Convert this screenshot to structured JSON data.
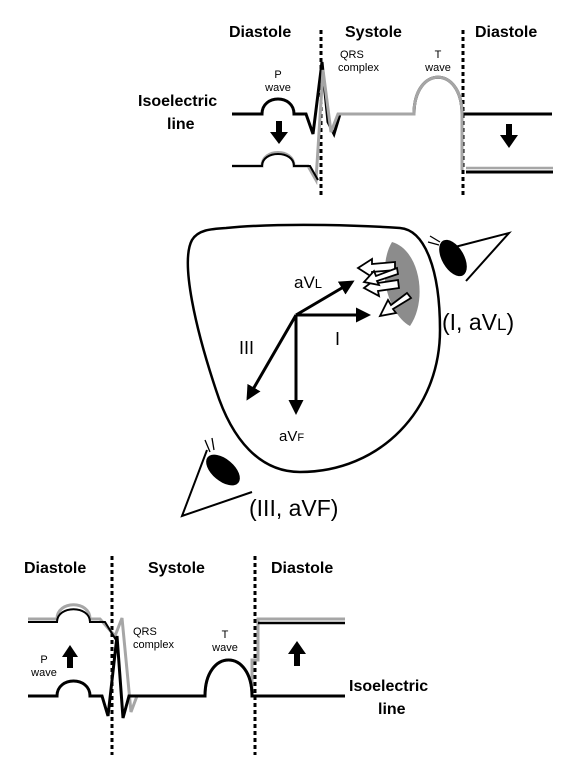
{
  "top_panel": {
    "phase_left": "Diastole",
    "phase_middle": "Systole",
    "phase_right": "Diastole",
    "p_wave_line1": "P",
    "p_wave_line2": "wave",
    "qrs_line1": "QRS",
    "qrs_line2": "complex",
    "t_wave_line1": "T",
    "t_wave_line2": "wave",
    "isoelectric_line1": "Isoelectric",
    "isoelectric_line2": "line"
  },
  "heart_panel": {
    "vector_avl_main": "aV",
    "vector_avl_sub": "L",
    "vector_i": "I",
    "vector_iii": "III",
    "vector_avf_main": "aV",
    "vector_avf_sub": "F",
    "view_right_open": "(I, aV",
    "view_right_sub": "L",
    "view_right_close": ")",
    "view_bottom": "(III, aVF)"
  },
  "bottom_panel": {
    "phase_left": "Diastole",
    "phase_middle": "Systole",
    "phase_right": "Diastole",
    "p_wave_line1": "P",
    "p_wave_line2": "wave",
    "qrs_line1": "QRS",
    "qrs_line2": "complex",
    "t_wave_line1": "T",
    "t_wave_line2": "wave",
    "isoelectric_line1": "Isoelectric",
    "isoelectric_line2": "line"
  },
  "colors": {
    "trace_black": "#000000",
    "trace_gray": "#a6a6a6",
    "injury_region": "#8c8c8c",
    "eye": "#000000"
  }
}
